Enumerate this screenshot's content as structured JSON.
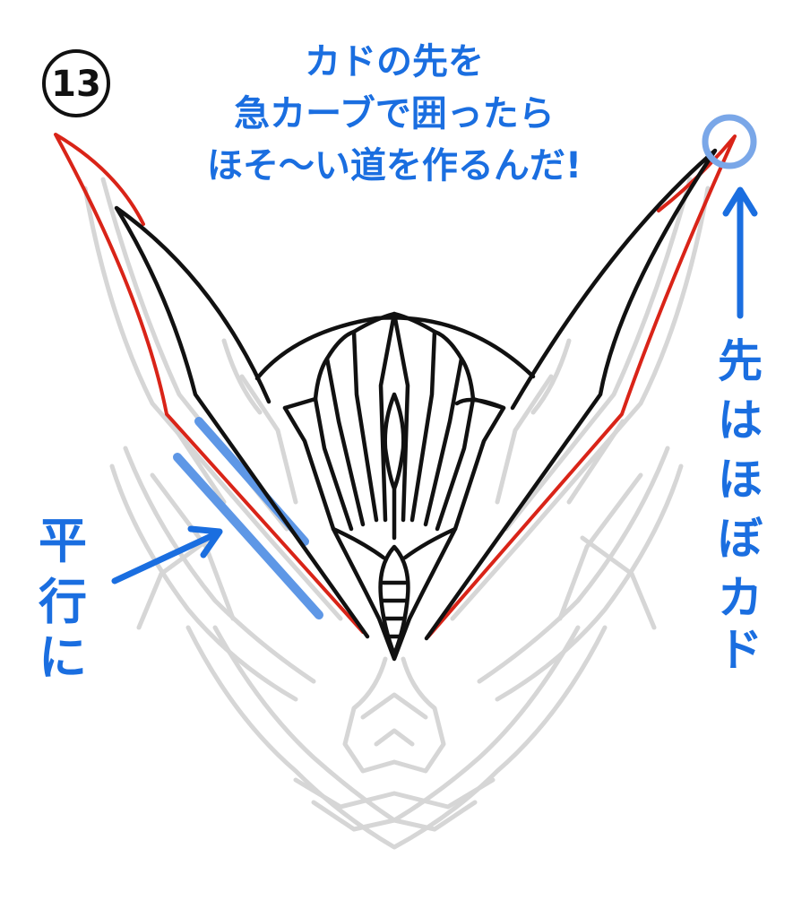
{
  "step_number": "13",
  "instruction_lines": [
    "カドの先を",
    "急カーブで囲ったら",
    "ほそ〜い道を作るんだ!"
  ],
  "note_tip": [
    "先",
    "は",
    "ほ",
    "ぼ",
    "カ",
    "ド"
  ],
  "note_parallel": [
    "平",
    "行",
    "に"
  ],
  "colors": {
    "annotation_blue": "#1a6ee0",
    "highlight_blue": "#5e97e6",
    "circle_blue": "#7aa7e8",
    "red_line": "#d92418",
    "ink": "#111111",
    "guide_gray": "#d6d6d6"
  }
}
